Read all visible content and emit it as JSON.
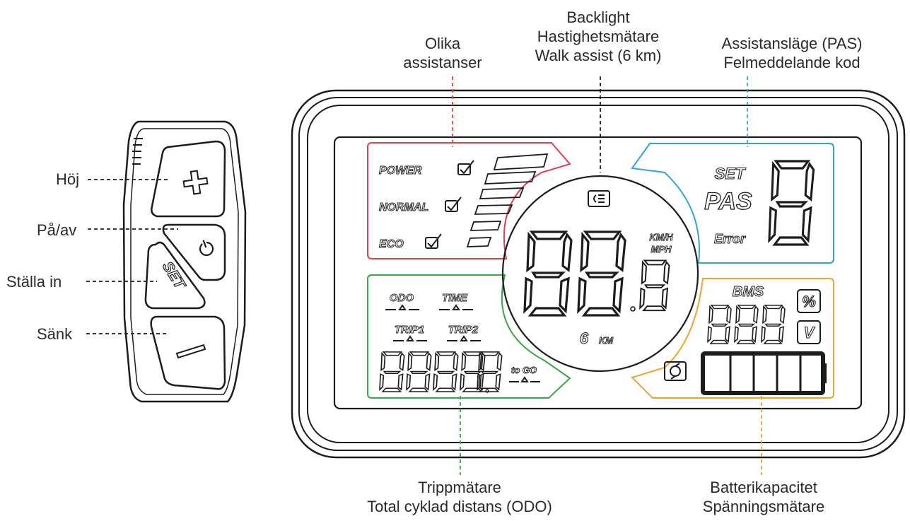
{
  "controller": {
    "buttons": [
      {
        "glyph": "+"
      },
      {
        "glyph": "⏻"
      },
      {
        "glyph": "SET"
      },
      {
        "glyph": "—"
      }
    ],
    "labels": [
      "Höj",
      "På/av",
      "Ställa in",
      "Sänk"
    ]
  },
  "callouts": {
    "top_left": [
      "Olika",
      "assistanser"
    ],
    "top_center": [
      "Backlight",
      "Hastighetsmätare",
      "Walk assist (6 km)"
    ],
    "top_right": [
      "Assistansläge (PAS)",
      "Felmeddelande kod"
    ],
    "bottom_left": [
      "Trippmätare",
      "Total cyklad distans (ODO)"
    ],
    "bottom_right": [
      "Batterikapacitet",
      "Spänningsmätare"
    ]
  },
  "display": {
    "modes": [
      "POWER",
      "NORMAL",
      "ECO"
    ],
    "odo_row": [
      "ODO",
      "TIME"
    ],
    "trip_row": [
      "TRIP1",
      "TRIP2"
    ],
    "togo": "to GO",
    "speed_units": [
      "KM/H",
      "MPH"
    ],
    "walk": "6",
    "walk_unit": "KM",
    "set": "SET",
    "pas": "PAS",
    "error": "Error",
    "bms": "BMS",
    "percent": "%",
    "volt": "V",
    "icon_backlight": "backlight-icon",
    "icon_battery_cycle": "battery-cycle-icon"
  },
  "colors": {
    "red": "#e0414c",
    "blue": "#33a3df",
    "green": "#3aa64a",
    "orange": "#efa52b",
    "ink": "#1c1c1c"
  }
}
